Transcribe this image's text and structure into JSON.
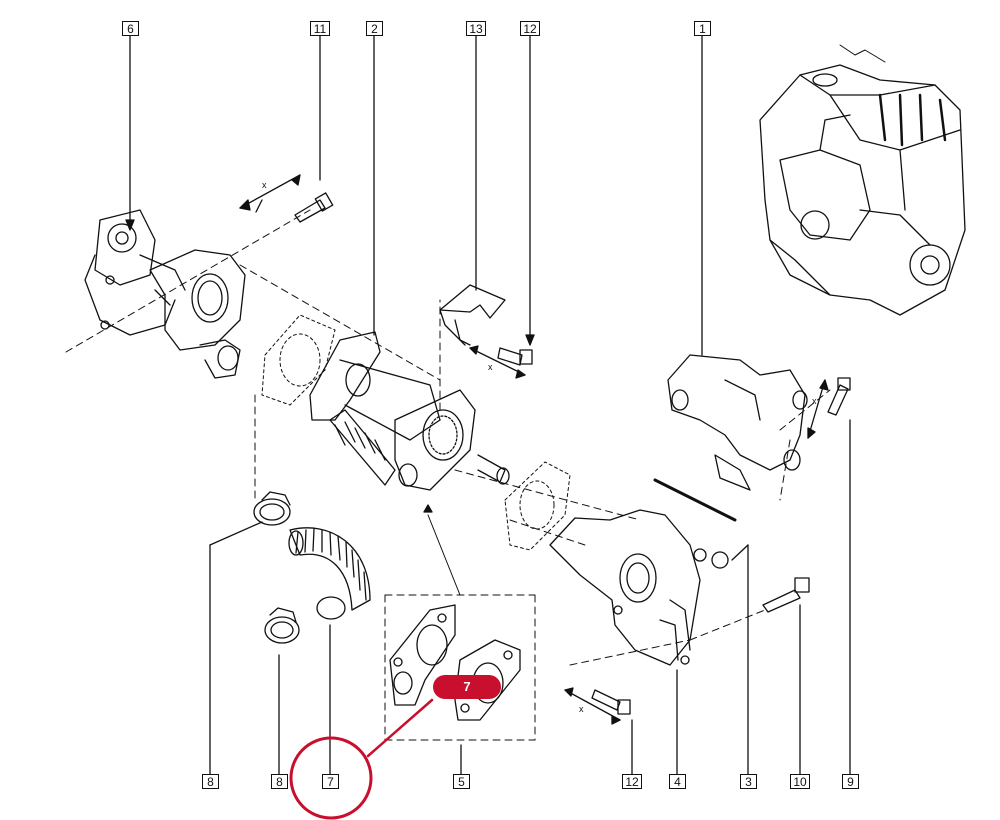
{
  "diagram": {
    "callouts": [
      {
        "id": "c6",
        "label": "6"
      },
      {
        "id": "c11",
        "label": "11"
      },
      {
        "id": "c2",
        "label": "2"
      },
      {
        "id": "c13",
        "label": "13"
      },
      {
        "id": "c12a",
        "label": "12"
      },
      {
        "id": "c1",
        "label": "1"
      },
      {
        "id": "c8a",
        "label": "8"
      },
      {
        "id": "c8b",
        "label": "8"
      },
      {
        "id": "c7",
        "label": "7"
      },
      {
        "id": "c5",
        "label": "5"
      },
      {
        "id": "c12b",
        "label": "12"
      },
      {
        "id": "c4",
        "label": "4"
      },
      {
        "id": "c3",
        "label": "3"
      },
      {
        "id": "c10",
        "label": "10"
      },
      {
        "id": "c9",
        "label": "9"
      }
    ],
    "dimension_marks": [
      "x",
      "x",
      "x",
      "x"
    ],
    "highlight_badge": "7",
    "highlight_color": "#c8102e",
    "line_color": "#111111"
  }
}
